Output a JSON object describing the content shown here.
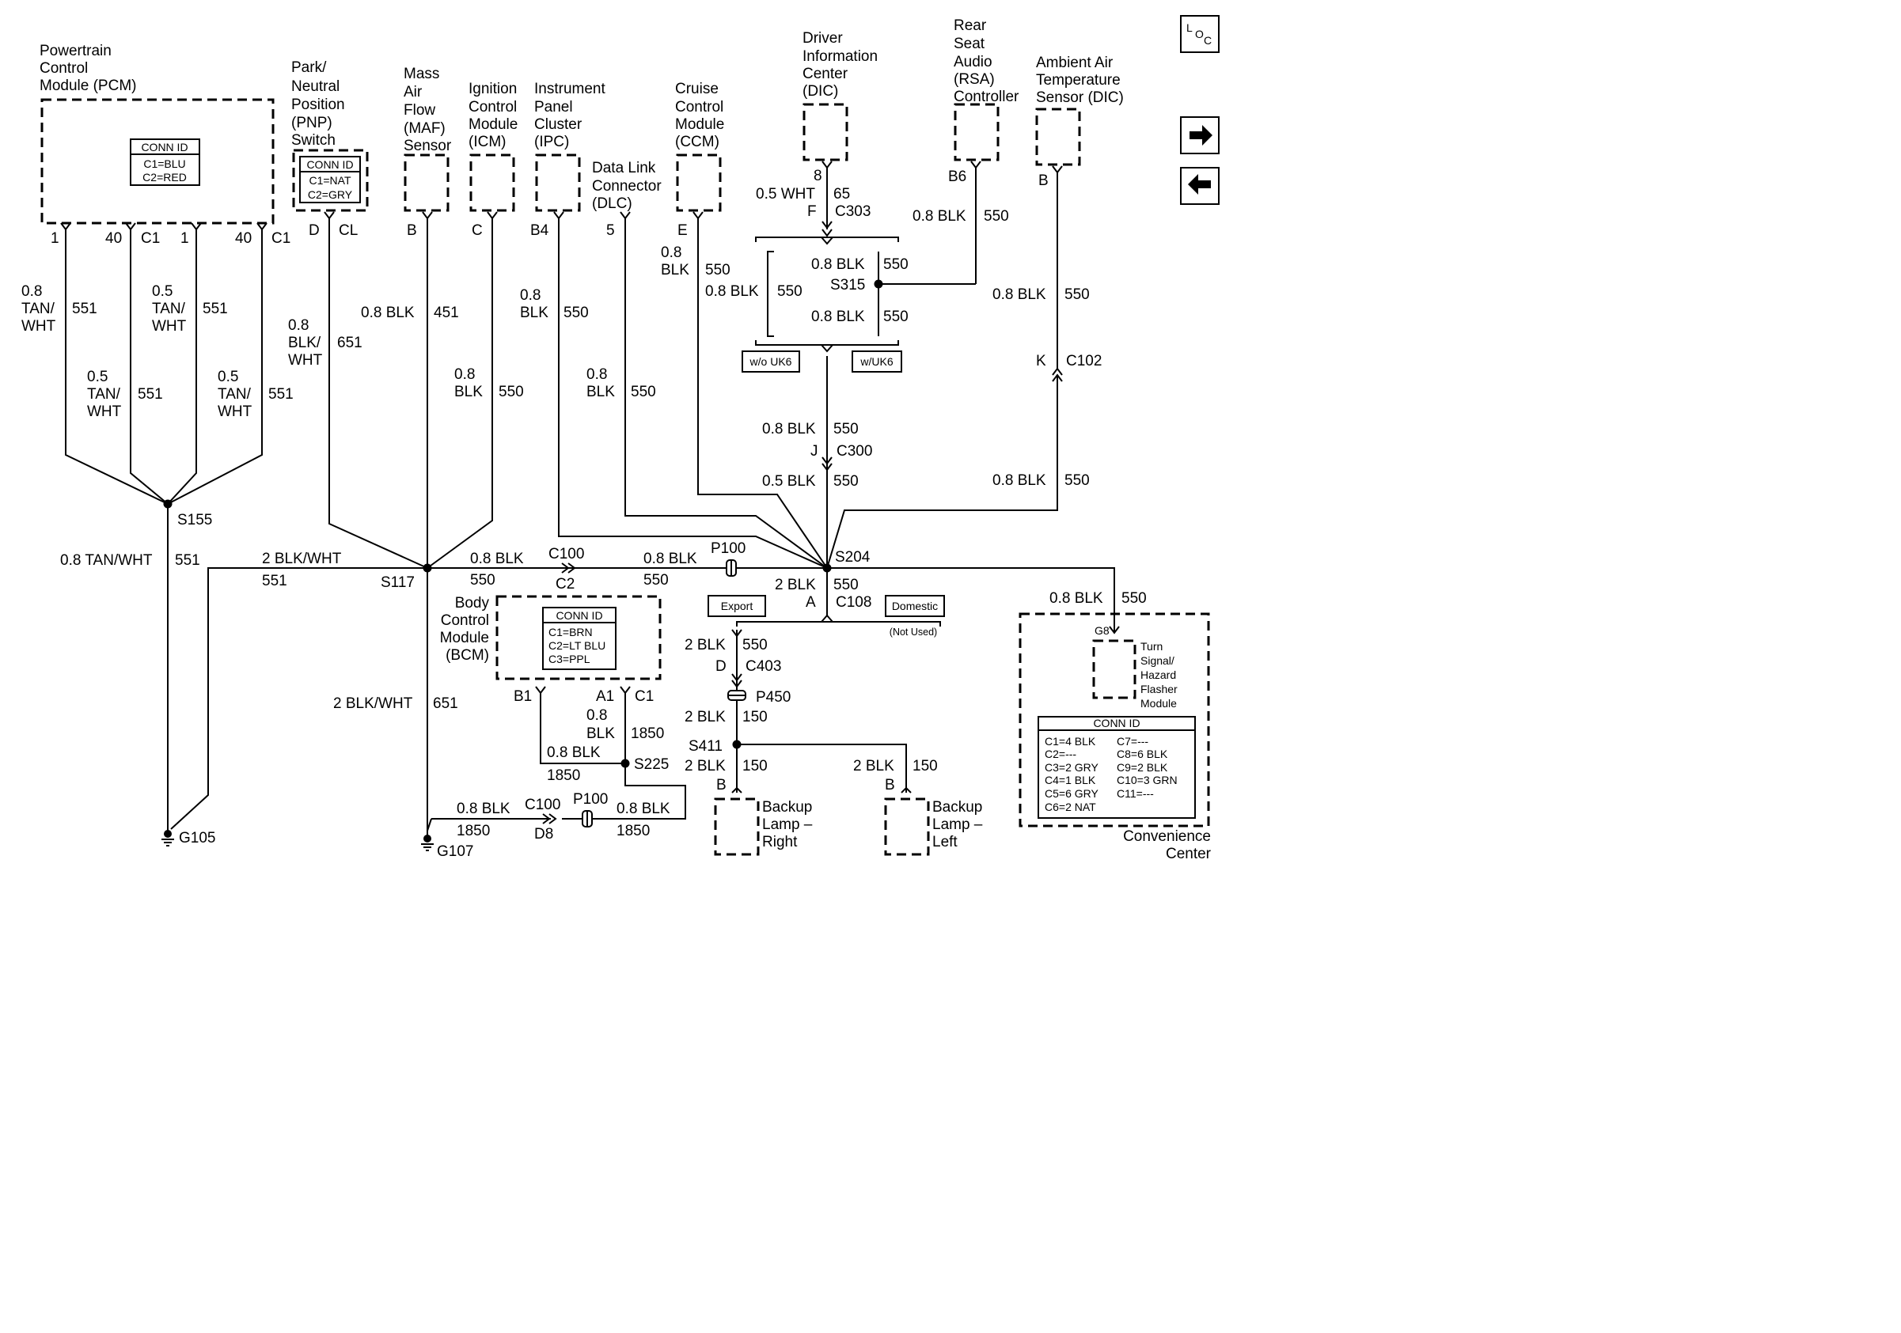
{
  "nav": {
    "loc_icon": "loc-icon",
    "next_icon": "arrow-right-icon",
    "prev_icon": "arrow-left-icon"
  },
  "components": {
    "pcm": [
      "Powertrain",
      "Control",
      "Module (PCM)"
    ],
    "pcm_conn": [
      "CONN ID",
      "C1=BLU",
      "C2=RED"
    ],
    "pnp": [
      "Park/",
      "Neutral",
      "Position",
      "(PNP)",
      "Switch"
    ],
    "pnp_conn": [
      "CONN ID",
      "C1=NAT",
      "C2=GRY"
    ],
    "maf": [
      "Mass",
      "Air",
      "Flow",
      "(MAF)",
      "Sensor"
    ],
    "icm": [
      "Ignition",
      "Control",
      "Module",
      "(ICM)"
    ],
    "ipc": [
      "Instrument",
      "Panel",
      "Cluster",
      "(IPC)"
    ],
    "dlc": [
      "Data Link",
      "Connector",
      "(DLC)"
    ],
    "ccm": [
      "Cruise",
      "Control",
      "Module",
      "(CCM)"
    ],
    "dic": [
      "Driver",
      "Information",
      "Center",
      "(DIC)"
    ],
    "rsa": [
      "Rear",
      "Seat",
      "Audio",
      "(RSA)",
      "Controller"
    ],
    "aat": [
      "Ambient Air",
      "Temperature",
      "Sensor (DIC)"
    ],
    "bcm": [
      "Body",
      "Control",
      "Module",
      "(BCM)"
    ],
    "bcm_conn": [
      "CONN ID",
      "C1=BRN",
      "C2=LT BLU",
      "C3=PPL"
    ],
    "backup_right": [
      "Backup",
      "Lamp –",
      "Right"
    ],
    "backup_left": [
      "Backup",
      "Lamp –",
      "Left"
    ],
    "flasher": [
      "Turn",
      "Signal/",
      "Hazard",
      "Flasher",
      "Module"
    ],
    "conv_center": [
      "Convenience",
      "Center"
    ],
    "conv_conn_title": "CONN ID",
    "conv_conn_left": [
      "C1=4 BLK",
      "C2=---",
      "C3=2 GRY",
      "C4=1 BLK",
      "C5=6 GRY",
      "C6=2 NAT"
    ],
    "conv_conn_right": [
      "C7=---",
      "C8=6 BLK",
      "C9=2 BLK",
      "C10=3 GRN",
      "C11=---"
    ]
  },
  "options": {
    "wo_uk6": "w/o UK6",
    "w_uk6": "w/UK6",
    "export": "Export",
    "domestic": "Domestic",
    "not_used": "(Not Used)"
  },
  "labels": {
    "pin_1a": "1",
    "pin_40a": "40",
    "c1a": "C1",
    "pin_1b": "1",
    "pin_40b": "40",
    "c1b": "C1",
    "pnp_d": "D",
    "pnp_cl": "CL",
    "maf_b": "B",
    "icm_c": "C",
    "ipc_b4": "B4",
    "dlc_5": "5",
    "ccm_e": "E",
    "dic_8": "8",
    "dic_wire": "0.5 WHT",
    "dic_65": "65",
    "dic_f": "F",
    "c303": "C303",
    "rsa_b6": "B6",
    "rsa_wire": "0.8 BLK",
    "rsa_550": "550",
    "aat_b": "B",
    "aat_wire": "0.8 BLK",
    "aat_550": "550",
    "w1_size": "0.8",
    "w1_color": "TAN/",
    "w1_color2": "WHT",
    "w1_circ": "551",
    "w2_size": "0.5",
    "w2_color": "TAN/",
    "w2_color2": "WHT",
    "w2_circ": "551",
    "w3_size": "0.5",
    "w3_color": "TAN/",
    "w3_color2": "WHT",
    "w3_circ": "551",
    "w4_size": "0.5",
    "w4_color": "TAN/",
    "w4_color2": "WHT",
    "w4_circ": "551",
    "pnp_size": "0.8",
    "pnp_color": "BLK/",
    "pnp_color2": "WHT",
    "pnp_circ": "651",
    "maf_wire": "0.8 BLK",
    "maf_circ": "451",
    "icm_size": "0.8",
    "icm_color": "BLK",
    "icm_circ": "550",
    "ipc_size": "0.8",
    "ipc_color": "BLK",
    "ipc_circ": "550",
    "dlc_size": "0.8",
    "dlc_color": "BLK",
    "dlc_circ": "550",
    "ccm_size": "0.8",
    "ccm_color": "BLK",
    "ccm_circ": "550",
    "uk6_left_wire": "0.8 BLK",
    "uk6_left_circ": "550",
    "s315_top_wire": "0.8 BLK",
    "s315_top_circ": "550",
    "s315": "S315",
    "s315_bot_wire": "0.8 BLK",
    "s315_bot_circ": "550",
    "c300_wire_top": "0.8 BLK",
    "c300_circ_top": "550",
    "c300_j": "J",
    "c300": "C300",
    "c300_wire_bot": "0.5 BLK",
    "c300_circ_bot": "550",
    "c102_wire_top": "0.8 BLK",
    "c102_circ_top": "550",
    "c102_k": "K",
    "c102": "C102",
    "c102_wire_bot": "0.8 BLK",
    "c102_circ_bot": "550",
    "s155": "S155",
    "g105_wire": "0.8 TAN/WHT",
    "g105_circ": "551",
    "g105": "G105",
    "s117_left_wire": "2 BLK/WHT",
    "s117_left_circ": "551",
    "s117": "S117",
    "main_wire_a": "0.8 BLK",
    "main_circ_a": "550",
    "c100": "C100",
    "c2": "C2",
    "main_wire_b": "0.8 BLK",
    "main_circ_b": "550",
    "p100": "P100",
    "s204": "S204",
    "c108_wire": "2 BLK",
    "c108_circ": "550",
    "c108_a": "A",
    "c108": "C108",
    "c403_wire": "2 BLK",
    "c403_circ": "550",
    "c403_d": "D",
    "c403": "C403",
    "p450": "P450",
    "s411_wire": "2 BLK",
    "s411_circ": "150",
    "s411": "S411",
    "right_wire": "2 BLK",
    "right_circ": "150",
    "right_b": "B",
    "left_wire": "2 BLK",
    "left_circ": "150",
    "left_b": "B",
    "g107_wire": "2 BLK/WHT",
    "g107_circ": "651",
    "g107": "G107",
    "bcm_b1": "B1",
    "bcm_a1": "A1",
    "bcm_c1": "C1",
    "bcm_size": "0.8",
    "bcm_color": "BLK",
    "bcm_circ": "1850",
    "s225_wire": "0.8 BLK",
    "s225_circ": "1850",
    "s225": "S225",
    "gnd_wire_a": "0.8 BLK",
    "gnd_circ_a": "1850",
    "gnd_c100": "C100",
    "gnd_d8": "D8",
    "gnd_p100": "P100",
    "gnd_wire_b": "0.8 BLK",
    "gnd_circ_b": "1850",
    "flasher_wire": "0.8 BLK",
    "flasher_circ": "550",
    "flasher_g8": "G8"
  }
}
